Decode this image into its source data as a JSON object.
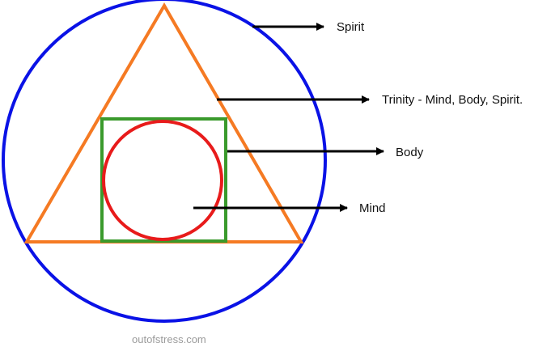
{
  "diagram": {
    "colors": {
      "outer_circle": "#0a12e6",
      "triangle": "#f57a23",
      "square": "#3a9a2c",
      "inner_circle": "#e81b1b",
      "arrow": "#000000"
    },
    "labels": {
      "spirit": "Spirit",
      "trinity": "Trinity - Mind, Body, Spirit.",
      "body": "Body",
      "mind": "Mind"
    },
    "watermark": "outofstress.com"
  }
}
